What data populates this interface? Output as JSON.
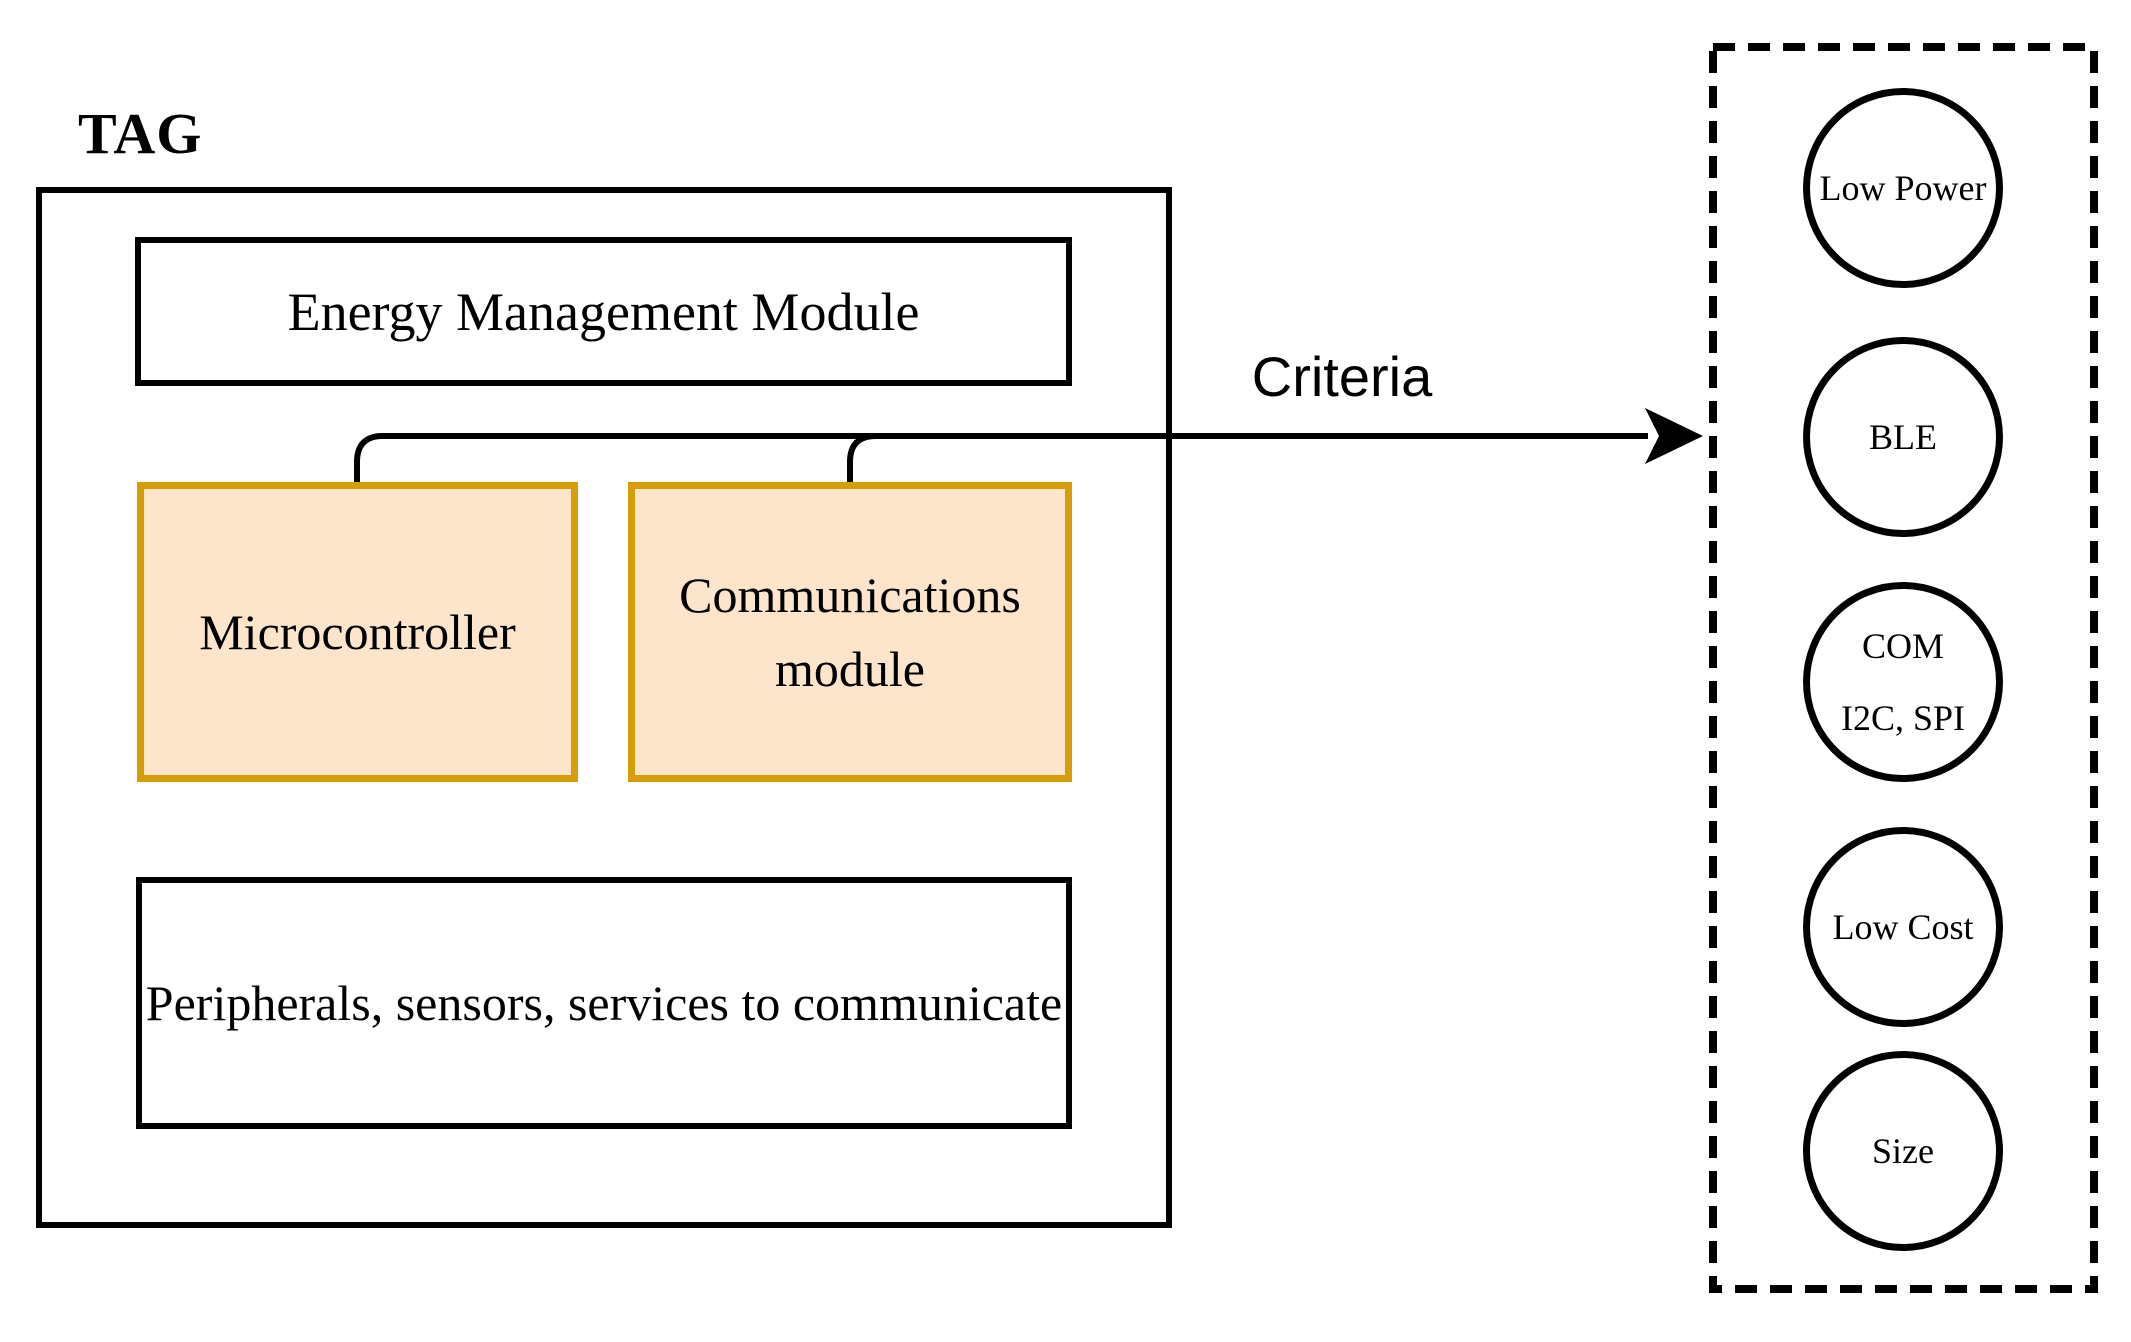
{
  "tag_panel": {
    "title": "TAG",
    "energy_label": "Energy Management Module",
    "micro_label": "Microcontroller",
    "comm_line1": "Communications",
    "comm_line2": "module",
    "peripherals_label": "Peripherals, sensors, services to communicate"
  },
  "arrow": {
    "label": "Criteria"
  },
  "criteria_panel": {
    "circles": [
      {
        "lines": [
          "Low Power"
        ]
      },
      {
        "lines": [
          "BLE"
        ]
      },
      {
        "lines": [
          "COM",
          "I2C, SPI"
        ]
      },
      {
        "lines": [
          "Low Cost"
        ]
      },
      {
        "lines": [
          "Size"
        ]
      }
    ]
  },
  "colors": {
    "module_fill": "#FDE5CC",
    "module_border": "#D69D06",
    "line": "#000000"
  }
}
